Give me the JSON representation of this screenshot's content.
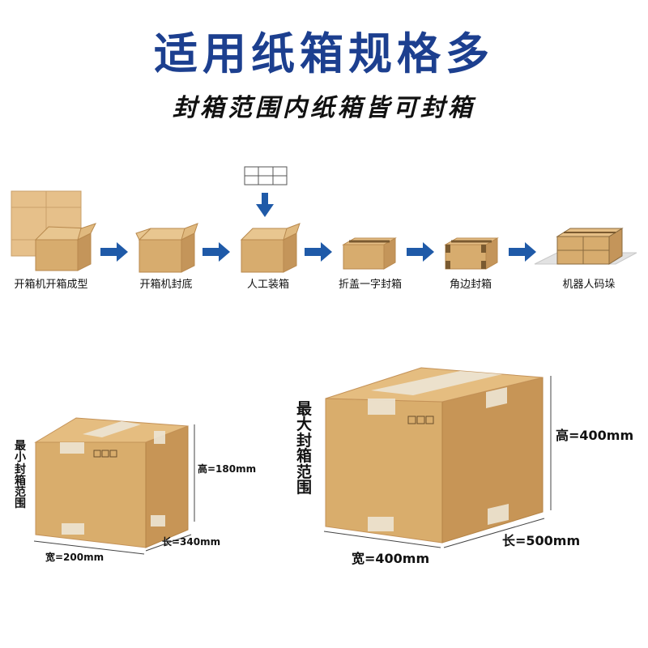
{
  "header": {
    "title": "适用纸箱规格多",
    "subtitle": "封箱范围内纸箱皆可封箱"
  },
  "process": {
    "steps": [
      {
        "label": "开箱机开箱成型"
      },
      {
        "label": "开箱机封底"
      },
      {
        "label": "人工装箱"
      },
      {
        "label": "折盖一字封箱"
      },
      {
        "label": "角边封箱"
      },
      {
        "label": "机器人码垛"
      }
    ]
  },
  "min_box": {
    "label": "最小封箱范围",
    "height": "高=180mm",
    "length": "长=340mm",
    "width": "宽=200mm"
  },
  "max_box": {
    "label": "最大封箱范围",
    "height": "高=400mm",
    "length": "长=500mm",
    "width": "宽=400mm"
  },
  "colors": {
    "title": "#1c3f8f",
    "arrow": "#1f5aa8",
    "cardboard": "#d9ad6c",
    "cardboard_dark": "#c4955a",
    "tape": "#ece4d4"
  }
}
